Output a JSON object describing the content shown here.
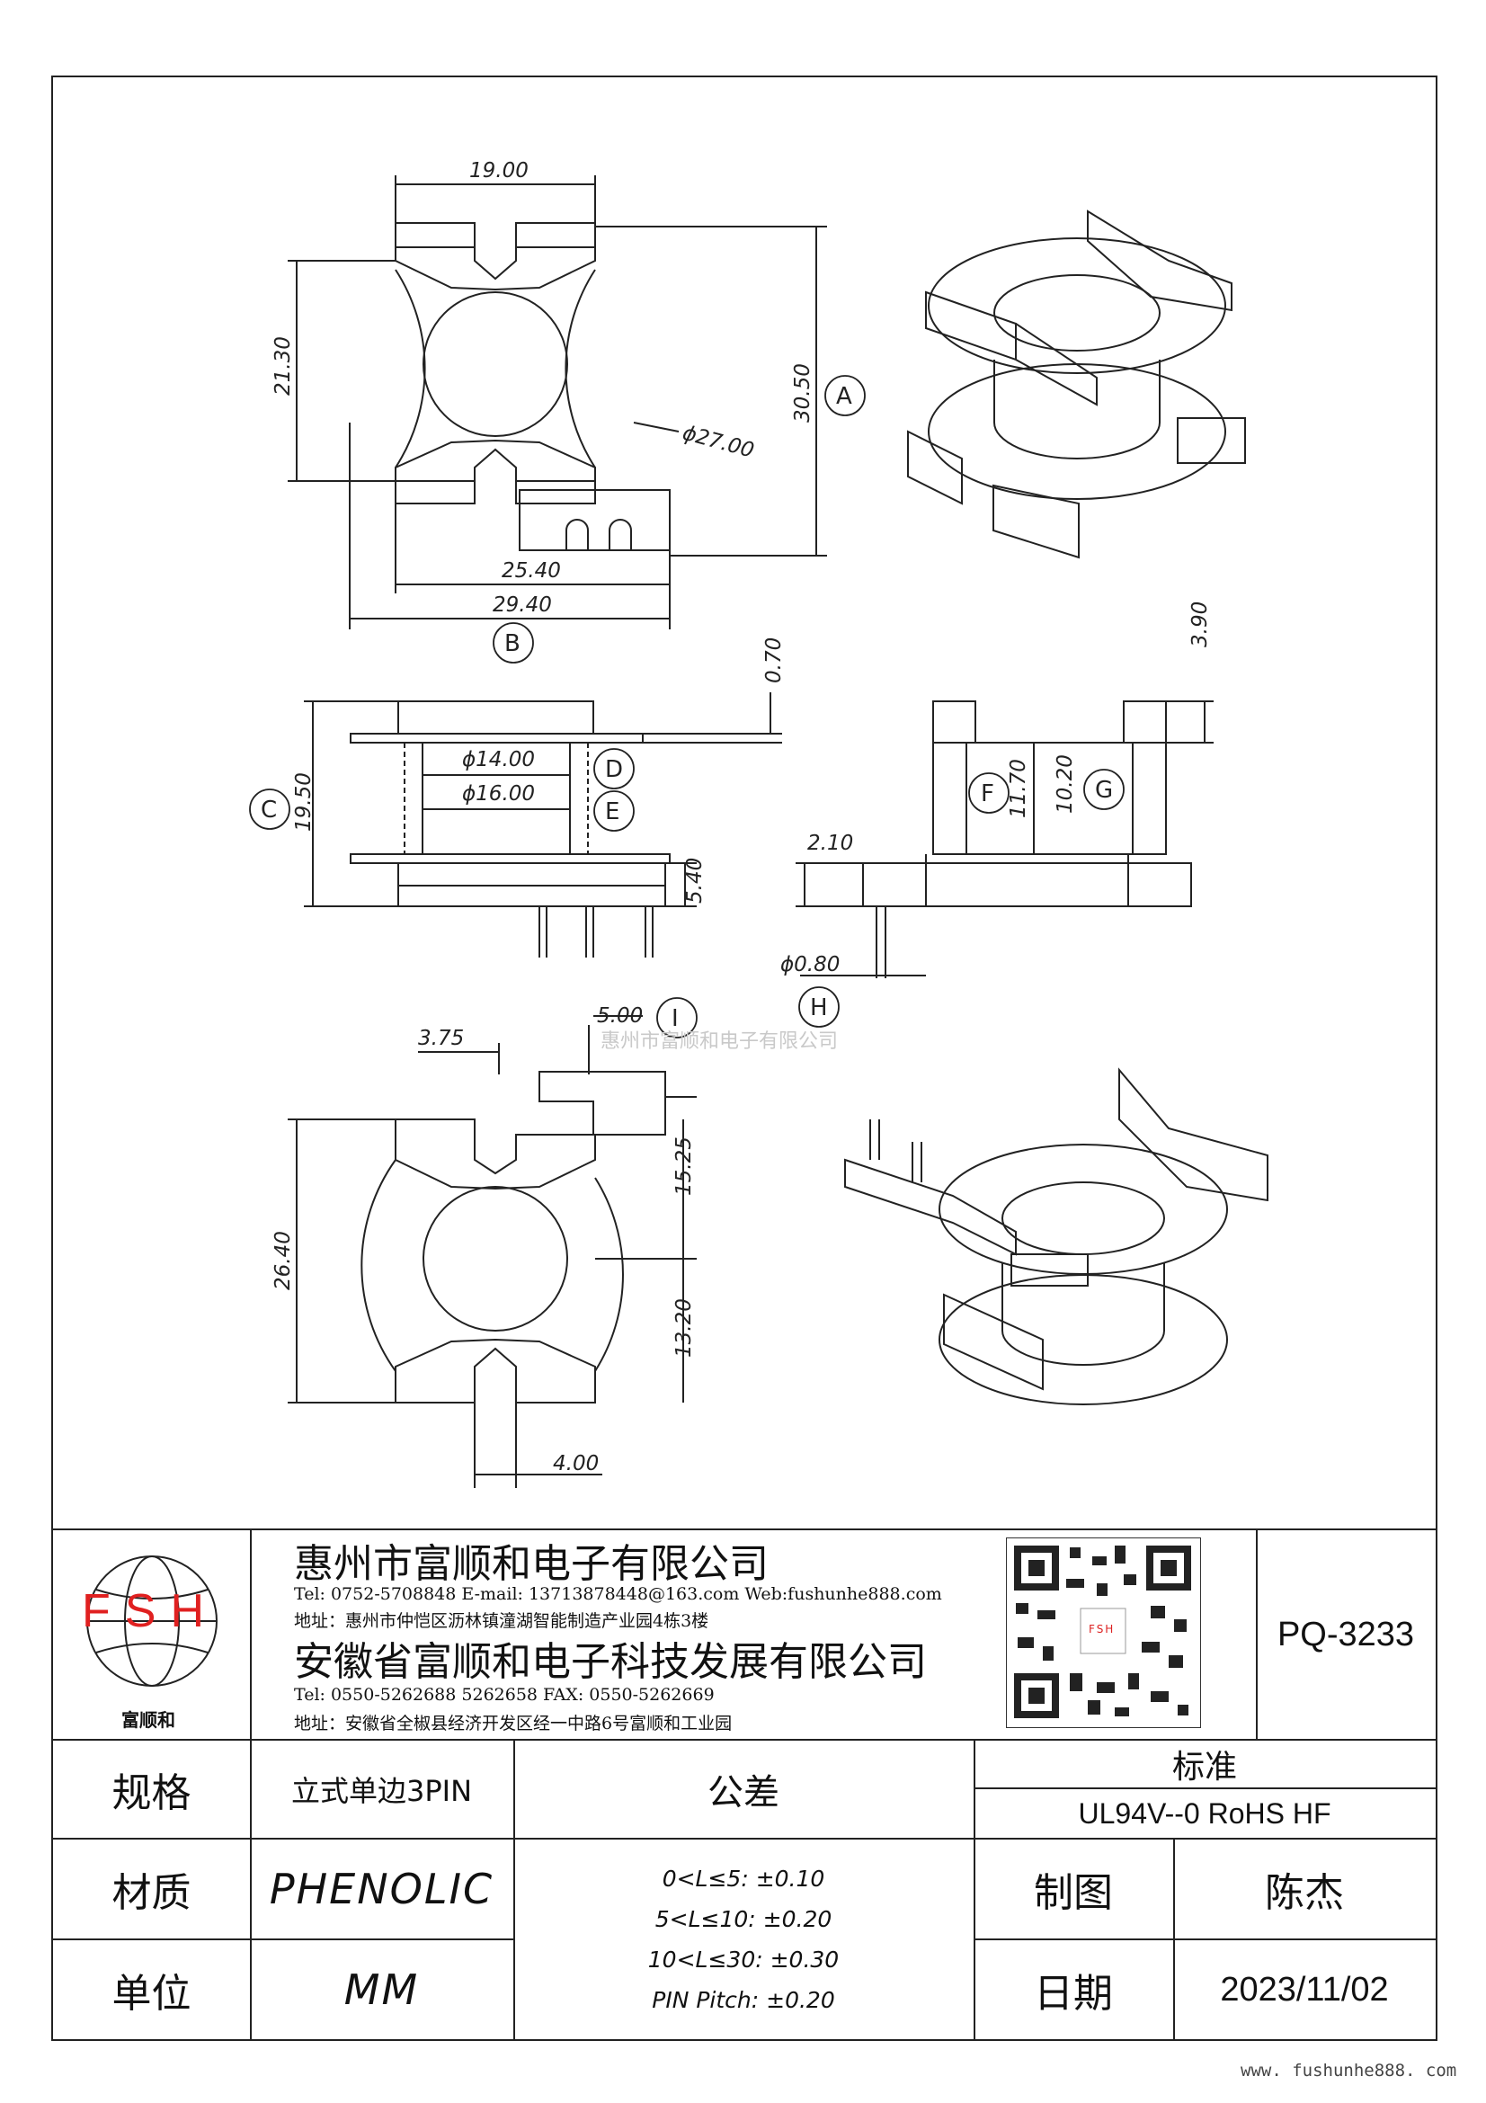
{
  "dimensions": {
    "top_width": "19.00",
    "height_left": "21.30",
    "height_total": "30.50",
    "diameter_outer": "ϕ27.00",
    "width_b1": "25.40",
    "width_b2": "29.40",
    "flange_thk": "0.70",
    "side_pin_len": "3.90",
    "dia_inner": "ϕ14.00",
    "dia_outer": "ϕ16.00",
    "height_c": "19.50",
    "pin_len": "5.40",
    "pin_offset": "2.10",
    "height_f": "11.70",
    "height_g": "10.20",
    "pin_dia": "ϕ0.80",
    "pitch": "5.00",
    "offset_375": "3.75",
    "height_2640": "26.40",
    "height_1525": "15.25",
    "height_1320": "13.20",
    "width_400": "4.00"
  },
  "callouts": [
    "A",
    "B",
    "C",
    "D",
    "E",
    "F",
    "G",
    "H",
    "I"
  ],
  "watermark": "惠州市富顺和电子有限公司",
  "title_block": {
    "logo_text": "FSH",
    "logo_sub": "富顺和",
    "company1": "惠州市富顺和电子有限公司",
    "company1_contact": "Tel: 0752-5708848  E-mail: 13713878448@163.com  Web:fushunhe888.com",
    "company1_address": "地址：惠州市仲恺区沥林镇潼湖智能制造产业园4栋3楼",
    "company2": "安徽省富顺和电子科技发展有限公司",
    "company2_contact": "Tel:    0550-5262688   5262658        FAX:  0550-5262669",
    "company2_address": "地址：安徽省全椒县经济开发区经一中路6号富顺和工业园",
    "qr_label": "FSH",
    "part_no": "PQ-3233",
    "spec_label": "规格",
    "spec_value": "立式单边3PIN",
    "tol_label": "公差",
    "std_label": "标准",
    "std_value": "UL94V--0  RoHS HF",
    "material_label": "材质",
    "material_value": "PHENOLIC",
    "unit_label": "单位",
    "unit_value": "MM",
    "tol_lines": [
      "0<L≤5: ±0.10",
      "5<L≤10: ±0.20",
      "10<L≤30: ±0.30",
      "PIN Pitch: ±0.20"
    ],
    "drawn_label": "制图",
    "drawn_value": "陈杰",
    "date_label": "日期",
    "date_value": "2023/11/02"
  },
  "footer": "www. fushunhe888. com"
}
